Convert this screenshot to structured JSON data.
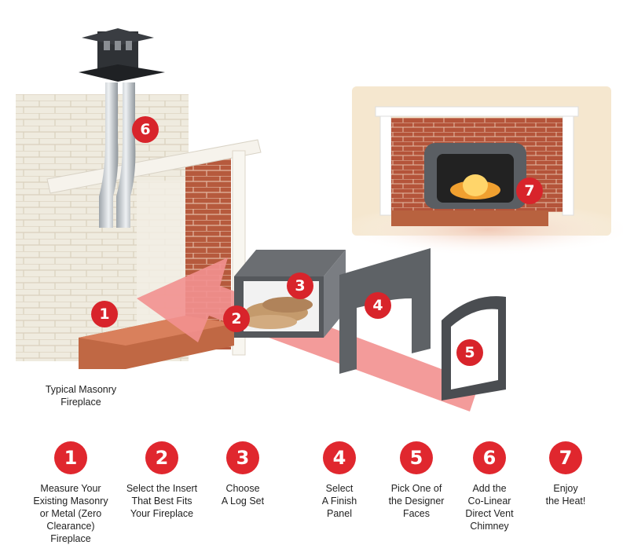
{
  "colors": {
    "badge": "#e0272e",
    "arrow": "#f2908f",
    "brick": "#b3573c"
  },
  "masonry_caption": "Typical Masonry\nFireplace",
  "scene_badges": [
    {
      "number": "1"
    },
    {
      "number": "2"
    },
    {
      "number": "3"
    },
    {
      "number": "4"
    },
    {
      "number": "5"
    },
    {
      "number": "6"
    },
    {
      "number": "7"
    }
  ],
  "steps": [
    {
      "number": "1",
      "label": "Measure Your\nExisting Masonry\nor Metal (Zero\nClearance) Fireplace"
    },
    {
      "number": "2",
      "label": "Select the Insert\nThat Best Fits\nYour Fireplace"
    },
    {
      "number": "3",
      "label": "Choose\nA Log Set"
    },
    {
      "number": "4",
      "label": "Select\nA Finish\nPanel"
    },
    {
      "number": "5",
      "label": "Pick One of\nthe Designer\nFaces"
    },
    {
      "number": "6",
      "label": "Add the\nCo-Linear\nDirect Vent\nChimney"
    },
    {
      "number": "7",
      "label": "Enjoy\nthe Heat!"
    }
  ]
}
